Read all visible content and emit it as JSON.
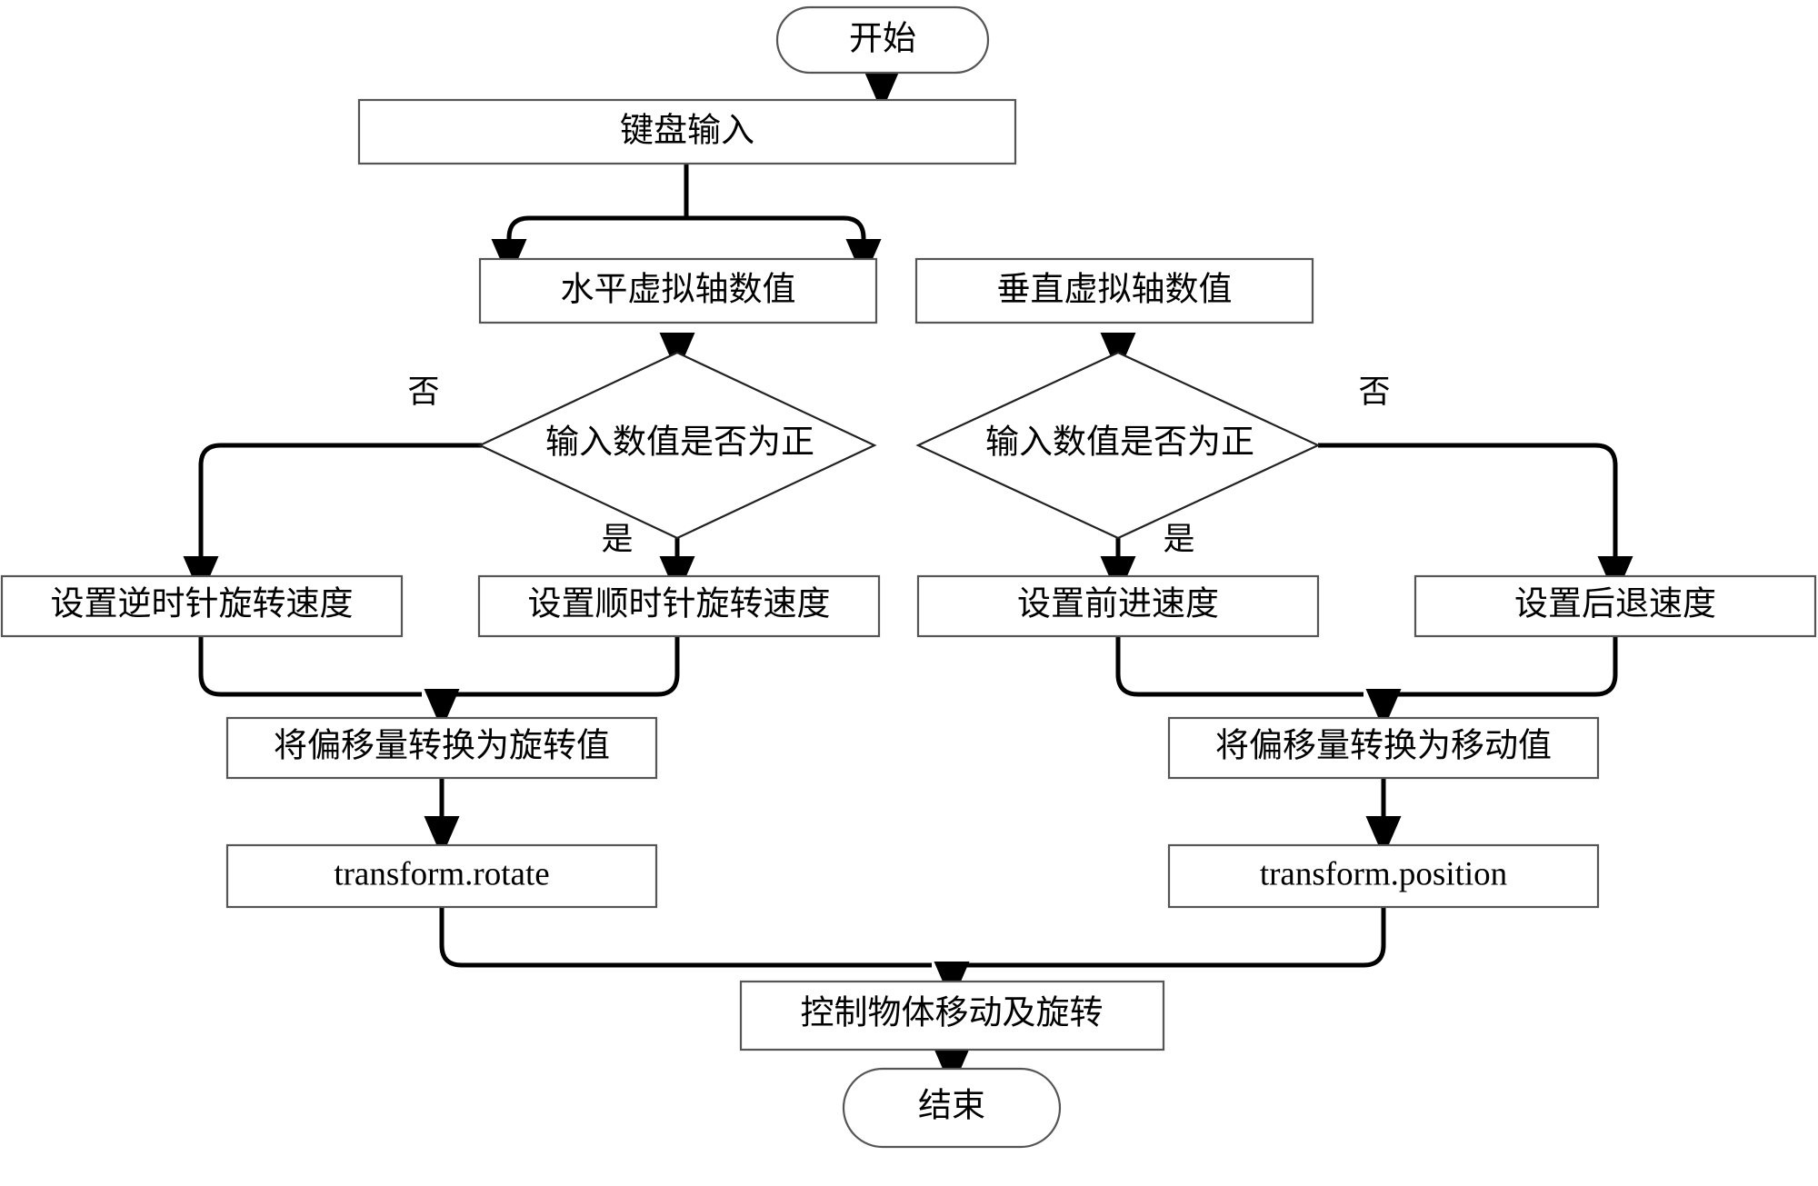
{
  "diagram": {
    "type": "flowchart",
    "orientation": "top-to-bottom",
    "language": "zh-CN",
    "colors": {
      "background": "#ffffff",
      "box_stroke": "#555555",
      "diamond_stroke": "#222222",
      "connector": "#000000",
      "text": "#000000"
    },
    "nodes": {
      "start": {
        "label": "开始",
        "shape": "terminator"
      },
      "keyboard_input": {
        "label": "键盘输入",
        "shape": "process"
      },
      "horizontal_axis": {
        "label": "水平虚拟轴数值",
        "shape": "process"
      },
      "vertical_axis": {
        "label": "垂直虚拟轴数值",
        "shape": "process"
      },
      "decision_left": {
        "label": "输入数值是否为正",
        "shape": "decision"
      },
      "decision_right": {
        "label": "输入数值是否为正",
        "shape": "decision"
      },
      "ccw_speed": {
        "label": "设置逆时针旋转速度",
        "shape": "process"
      },
      "cw_speed": {
        "label": "设置顺时针旋转速度",
        "shape": "process"
      },
      "forward_speed": {
        "label": "设置前进速度",
        "shape": "process"
      },
      "backward_speed": {
        "label": "设置后退速度",
        "shape": "process"
      },
      "offset_to_rotation": {
        "label": "将偏移量转换为旋转值",
        "shape": "process"
      },
      "offset_to_movement": {
        "label": "将偏移量转换为移动值",
        "shape": "process"
      },
      "transform_rotate": {
        "label": "transform.rotate",
        "shape": "process"
      },
      "transform_position": {
        "label": "transform.position",
        "shape": "process"
      },
      "control_object": {
        "label": "控制物体移动及旋转",
        "shape": "process"
      },
      "end": {
        "label": "结束",
        "shape": "terminator"
      }
    },
    "edge_labels": {
      "left_no": "否",
      "left_yes": "是",
      "right_yes": "是",
      "right_no": "否"
    }
  }
}
